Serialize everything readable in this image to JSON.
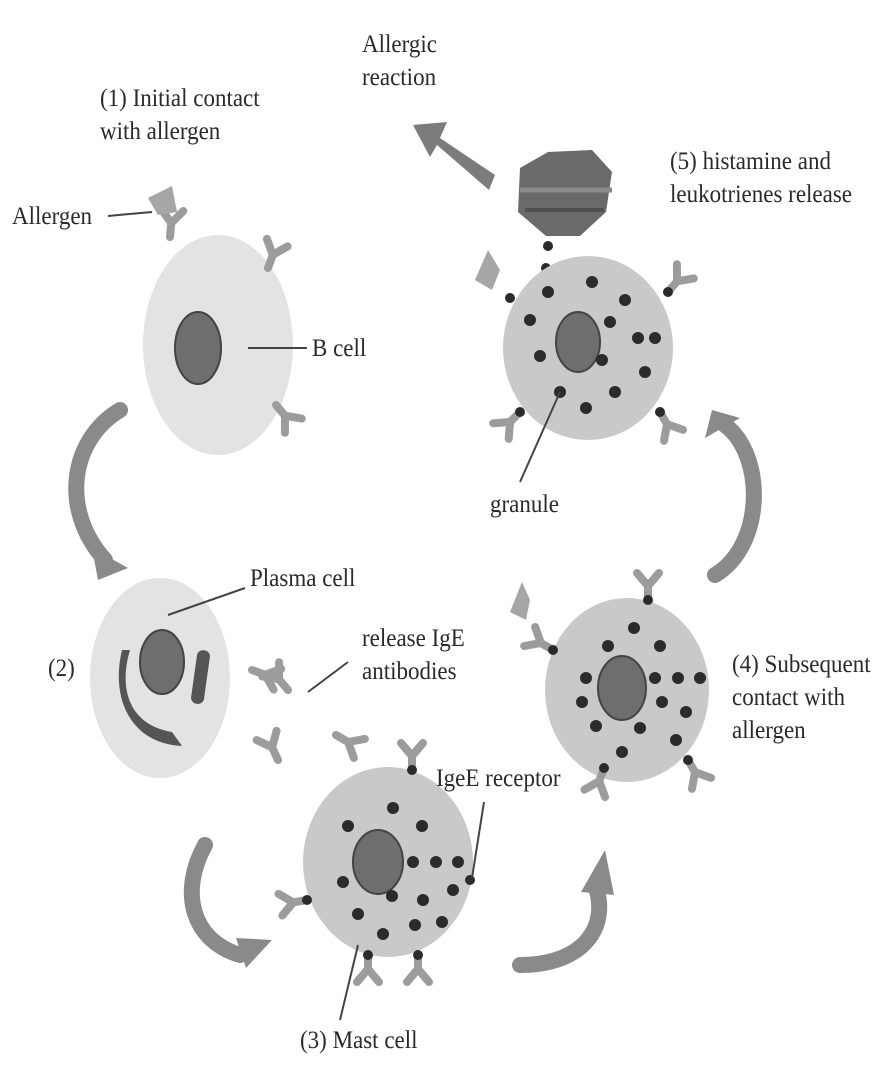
{
  "labels": {
    "allergic_reaction": [
      "Allergic",
      "reaction"
    ],
    "step1": [
      "(1) Initial contact",
      "with allergen"
    ],
    "step5": [
      "(5) histamine and",
      "leukotrienes release"
    ],
    "allergen": "Allergen",
    "b_cell": "B cell",
    "granule": "granule",
    "plasma_cell": "Plasma cell",
    "release_ige": [
      "release IgE",
      "antibodies"
    ],
    "step2": "(2)",
    "step4": [
      "(4) Subsequent",
      "contact with",
      "allergen"
    ],
    "ige_receptor": "IgeE receptor",
    "step3": "(3) Mast cell"
  },
  "colors": {
    "cell_fill": "#e3e3e3",
    "mast_fill": "#c9c9c9",
    "nucleus": "#6e6e6e",
    "granule": "#2b2b2b",
    "arrow": "#8a8a8a",
    "antibody": "#9c9c9c",
    "allergen": "#a6a6a6",
    "text": "#2a2a2a"
  }
}
